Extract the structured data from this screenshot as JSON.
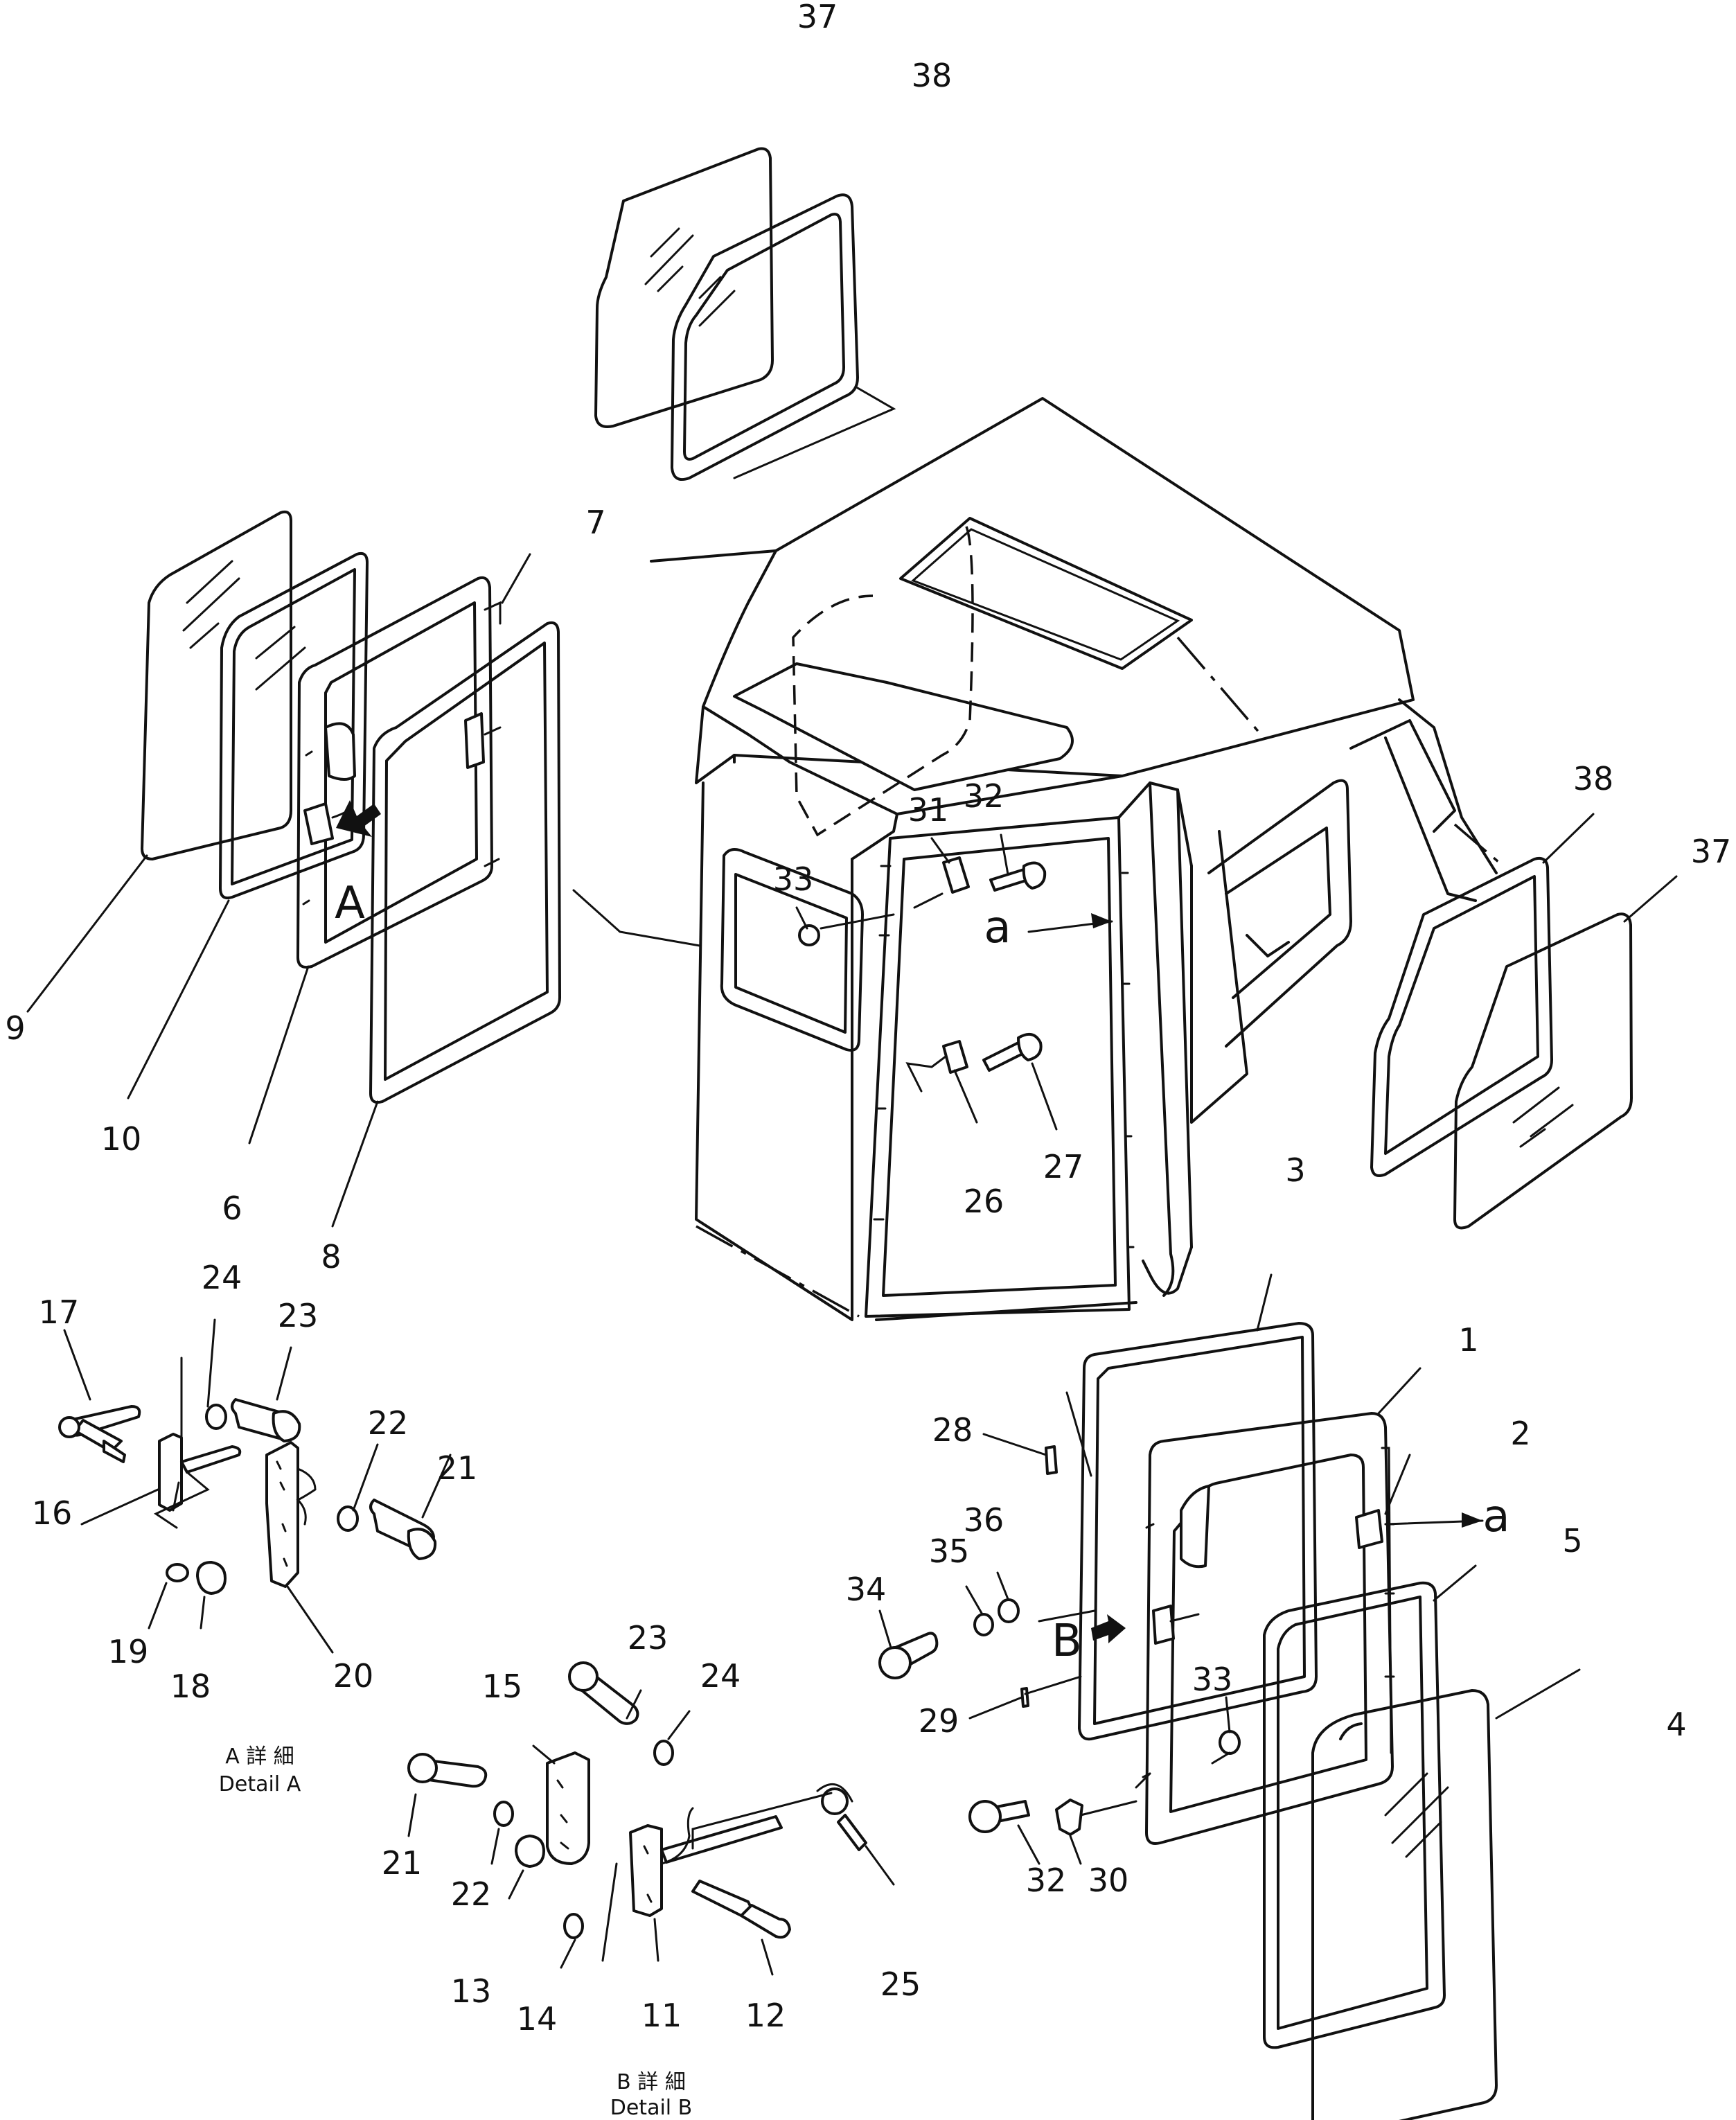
{
  "callouts": {
    "c37a": "37",
    "c38a": "38",
    "c7": "7",
    "c9": "9",
    "c10": "10",
    "c6": "6",
    "c8": "8",
    "c31": "31",
    "c32a": "32",
    "c33a": "33",
    "c26": "26",
    "c27": "27",
    "c38b": "38",
    "c37b": "37",
    "c3": "3",
    "c1": "1",
    "c2": "2",
    "c5": "5",
    "c4": "4",
    "c28": "28",
    "c36": "36",
    "c35": "35",
    "c34": "34",
    "c29": "29",
    "c33b": "33",
    "c30": "30",
    "c32b": "32",
    "c17": "17",
    "c24a": "24",
    "c23a": "23",
    "c22a": "22",
    "c21a": "21",
    "c16": "16",
    "c19": "19",
    "c18": "18",
    "c20": "20",
    "c15": "15",
    "c23b": "23",
    "c24b": "24",
    "c21b": "21",
    "c22b": "22",
    "c13": "13",
    "c14": "14",
    "c11": "11",
    "c12": "12",
    "c25": "25"
  },
  "view_markers": {
    "arrow_A": "A",
    "arrow_B": "B",
    "section_a_top": "a",
    "section_a_right": "a"
  },
  "captions": {
    "detail_a_symbol": "A  詳 細",
    "detail_a": "Detail  A",
    "detail_b_symbol": "B  詳 細",
    "detail_b": "Detail  B"
  }
}
